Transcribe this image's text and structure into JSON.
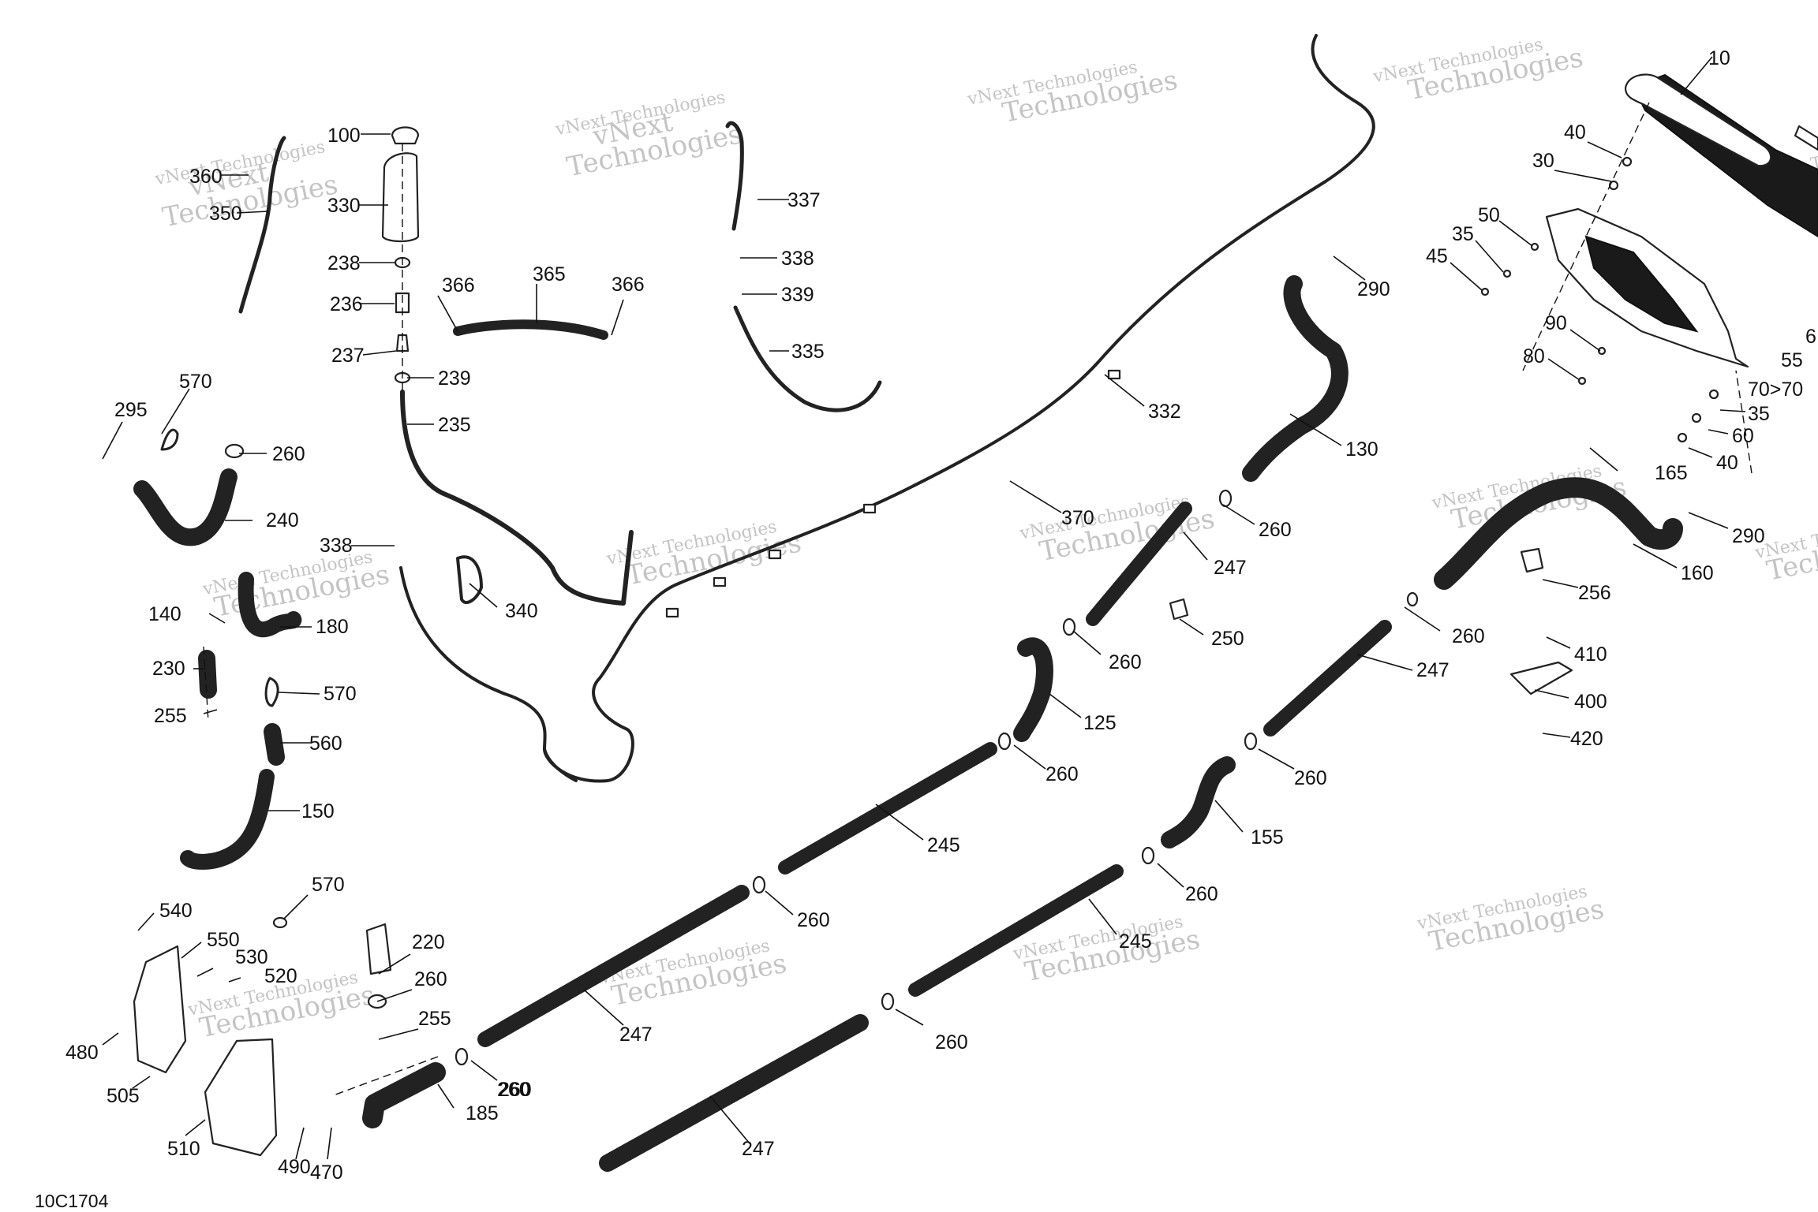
{
  "drawing_code": "10C1704",
  "watermark": {
    "line1": "vNext Technologies",
    "line2": "vNext",
    "line3": "Technologies"
  },
  "callouts": [
    {
      "id": "c10",
      "label": "10"
    },
    {
      "id": "c40a",
      "label": "40"
    },
    {
      "id": "c30",
      "label": "30"
    },
    {
      "id": "c50",
      "label": "50"
    },
    {
      "id": "c35a",
      "label": "35"
    },
    {
      "id": "c45",
      "label": "45"
    },
    {
      "id": "c90",
      "label": "90"
    },
    {
      "id": "c80",
      "label": "80"
    },
    {
      "id": "c55",
      "label": "55"
    },
    {
      "id": "c70",
      "label": "70>70"
    },
    {
      "id": "c35b",
      "label": "35"
    },
    {
      "id": "c60",
      "label": "60"
    },
    {
      "id": "c40b",
      "label": "40"
    },
    {
      "id": "c165",
      "label": "165"
    },
    {
      "id": "c290a",
      "label": "290"
    },
    {
      "id": "c290b",
      "label": "290"
    },
    {
      "id": "c130",
      "label": "130"
    },
    {
      "id": "c160",
      "label": "160"
    },
    {
      "id": "c256",
      "label": "256"
    },
    {
      "id": "c410",
      "label": "410"
    },
    {
      "id": "c400",
      "label": "400"
    },
    {
      "id": "c420",
      "label": "420"
    },
    {
      "id": "c332",
      "label": "332"
    },
    {
      "id": "c370",
      "label": "370"
    },
    {
      "id": "c260a",
      "label": "260"
    },
    {
      "id": "c247a",
      "label": "247"
    },
    {
      "id": "c250",
      "label": "250"
    },
    {
      "id": "c260b",
      "label": "260"
    },
    {
      "id": "c125",
      "label": "125"
    },
    {
      "id": "c260c",
      "label": "260"
    },
    {
      "id": "c247b",
      "label": "247"
    },
    {
      "id": "c260d",
      "label": "260"
    },
    {
      "id": "c260e",
      "label": "260"
    },
    {
      "id": "c155",
      "label": "155"
    },
    {
      "id": "c260f",
      "label": "260"
    },
    {
      "id": "c245a",
      "label": "245"
    },
    {
      "id": "c260g",
      "label": "260"
    },
    {
      "id": "c245b",
      "label": "245"
    },
    {
      "id": "c260h",
      "label": "260"
    },
    {
      "id": "c247c",
      "label": "247"
    },
    {
      "id": "c260i",
      "label": "260"
    },
    {
      "id": "c247d",
      "label": "247"
    },
    {
      "id": "c100",
      "label": "100"
    },
    {
      "id": "c330",
      "label": "330"
    },
    {
      "id": "c238",
      "label": "238"
    },
    {
      "id": "c236",
      "label": "236"
    },
    {
      "id": "c237",
      "label": "237"
    },
    {
      "id": "c239",
      "label": "239"
    },
    {
      "id": "c235",
      "label": "235"
    },
    {
      "id": "c366a",
      "label": "366"
    },
    {
      "id": "c365",
      "label": "365"
    },
    {
      "id": "c366b",
      "label": "366"
    },
    {
      "id": "c337",
      "label": "337"
    },
    {
      "id": "c338a",
      "label": "338"
    },
    {
      "id": "c339",
      "label": "339"
    },
    {
      "id": "c335",
      "label": "335"
    },
    {
      "id": "c338b",
      "label": "338"
    },
    {
      "id": "c340",
      "label": "340"
    },
    {
      "id": "c360",
      "label": "360"
    },
    {
      "id": "c350",
      "label": "350"
    },
    {
      "id": "c570a",
      "label": "570"
    },
    {
      "id": "c295",
      "label": "295"
    },
    {
      "id": "c260j",
      "label": "260"
    },
    {
      "id": "c240",
      "label": "240"
    },
    {
      "id": "c140",
      "label": "140"
    },
    {
      "id": "c180",
      "label": "180"
    },
    {
      "id": "c230",
      "label": "230"
    },
    {
      "id": "c570b",
      "label": "570"
    },
    {
      "id": "c255a",
      "label": "255"
    },
    {
      "id": "c560",
      "label": "560"
    },
    {
      "id": "c150",
      "label": "150"
    },
    {
      "id": "c570c",
      "label": "570"
    },
    {
      "id": "c540",
      "label": "540"
    },
    {
      "id": "c550",
      "label": "550"
    },
    {
      "id": "c530",
      "label": "530"
    },
    {
      "id": "c520",
      "label": "520"
    },
    {
      "id": "c480",
      "label": "480"
    },
    {
      "id": "c505",
      "label": "505"
    },
    {
      "id": "c510",
      "label": "510"
    },
    {
      "id": "c490",
      "label": "490"
    },
    {
      "id": "c470",
      "label": "470"
    },
    {
      "id": "c220",
      "label": "220"
    },
    {
      "id": "c260k",
      "label": "260"
    },
    {
      "id": "c255b",
      "label": "255"
    },
    {
      "id": "c260l",
      "label": "260"
    },
    {
      "id": "c185",
      "label": "185"
    },
    {
      "id": "c60b",
      "label": "6"
    }
  ]
}
